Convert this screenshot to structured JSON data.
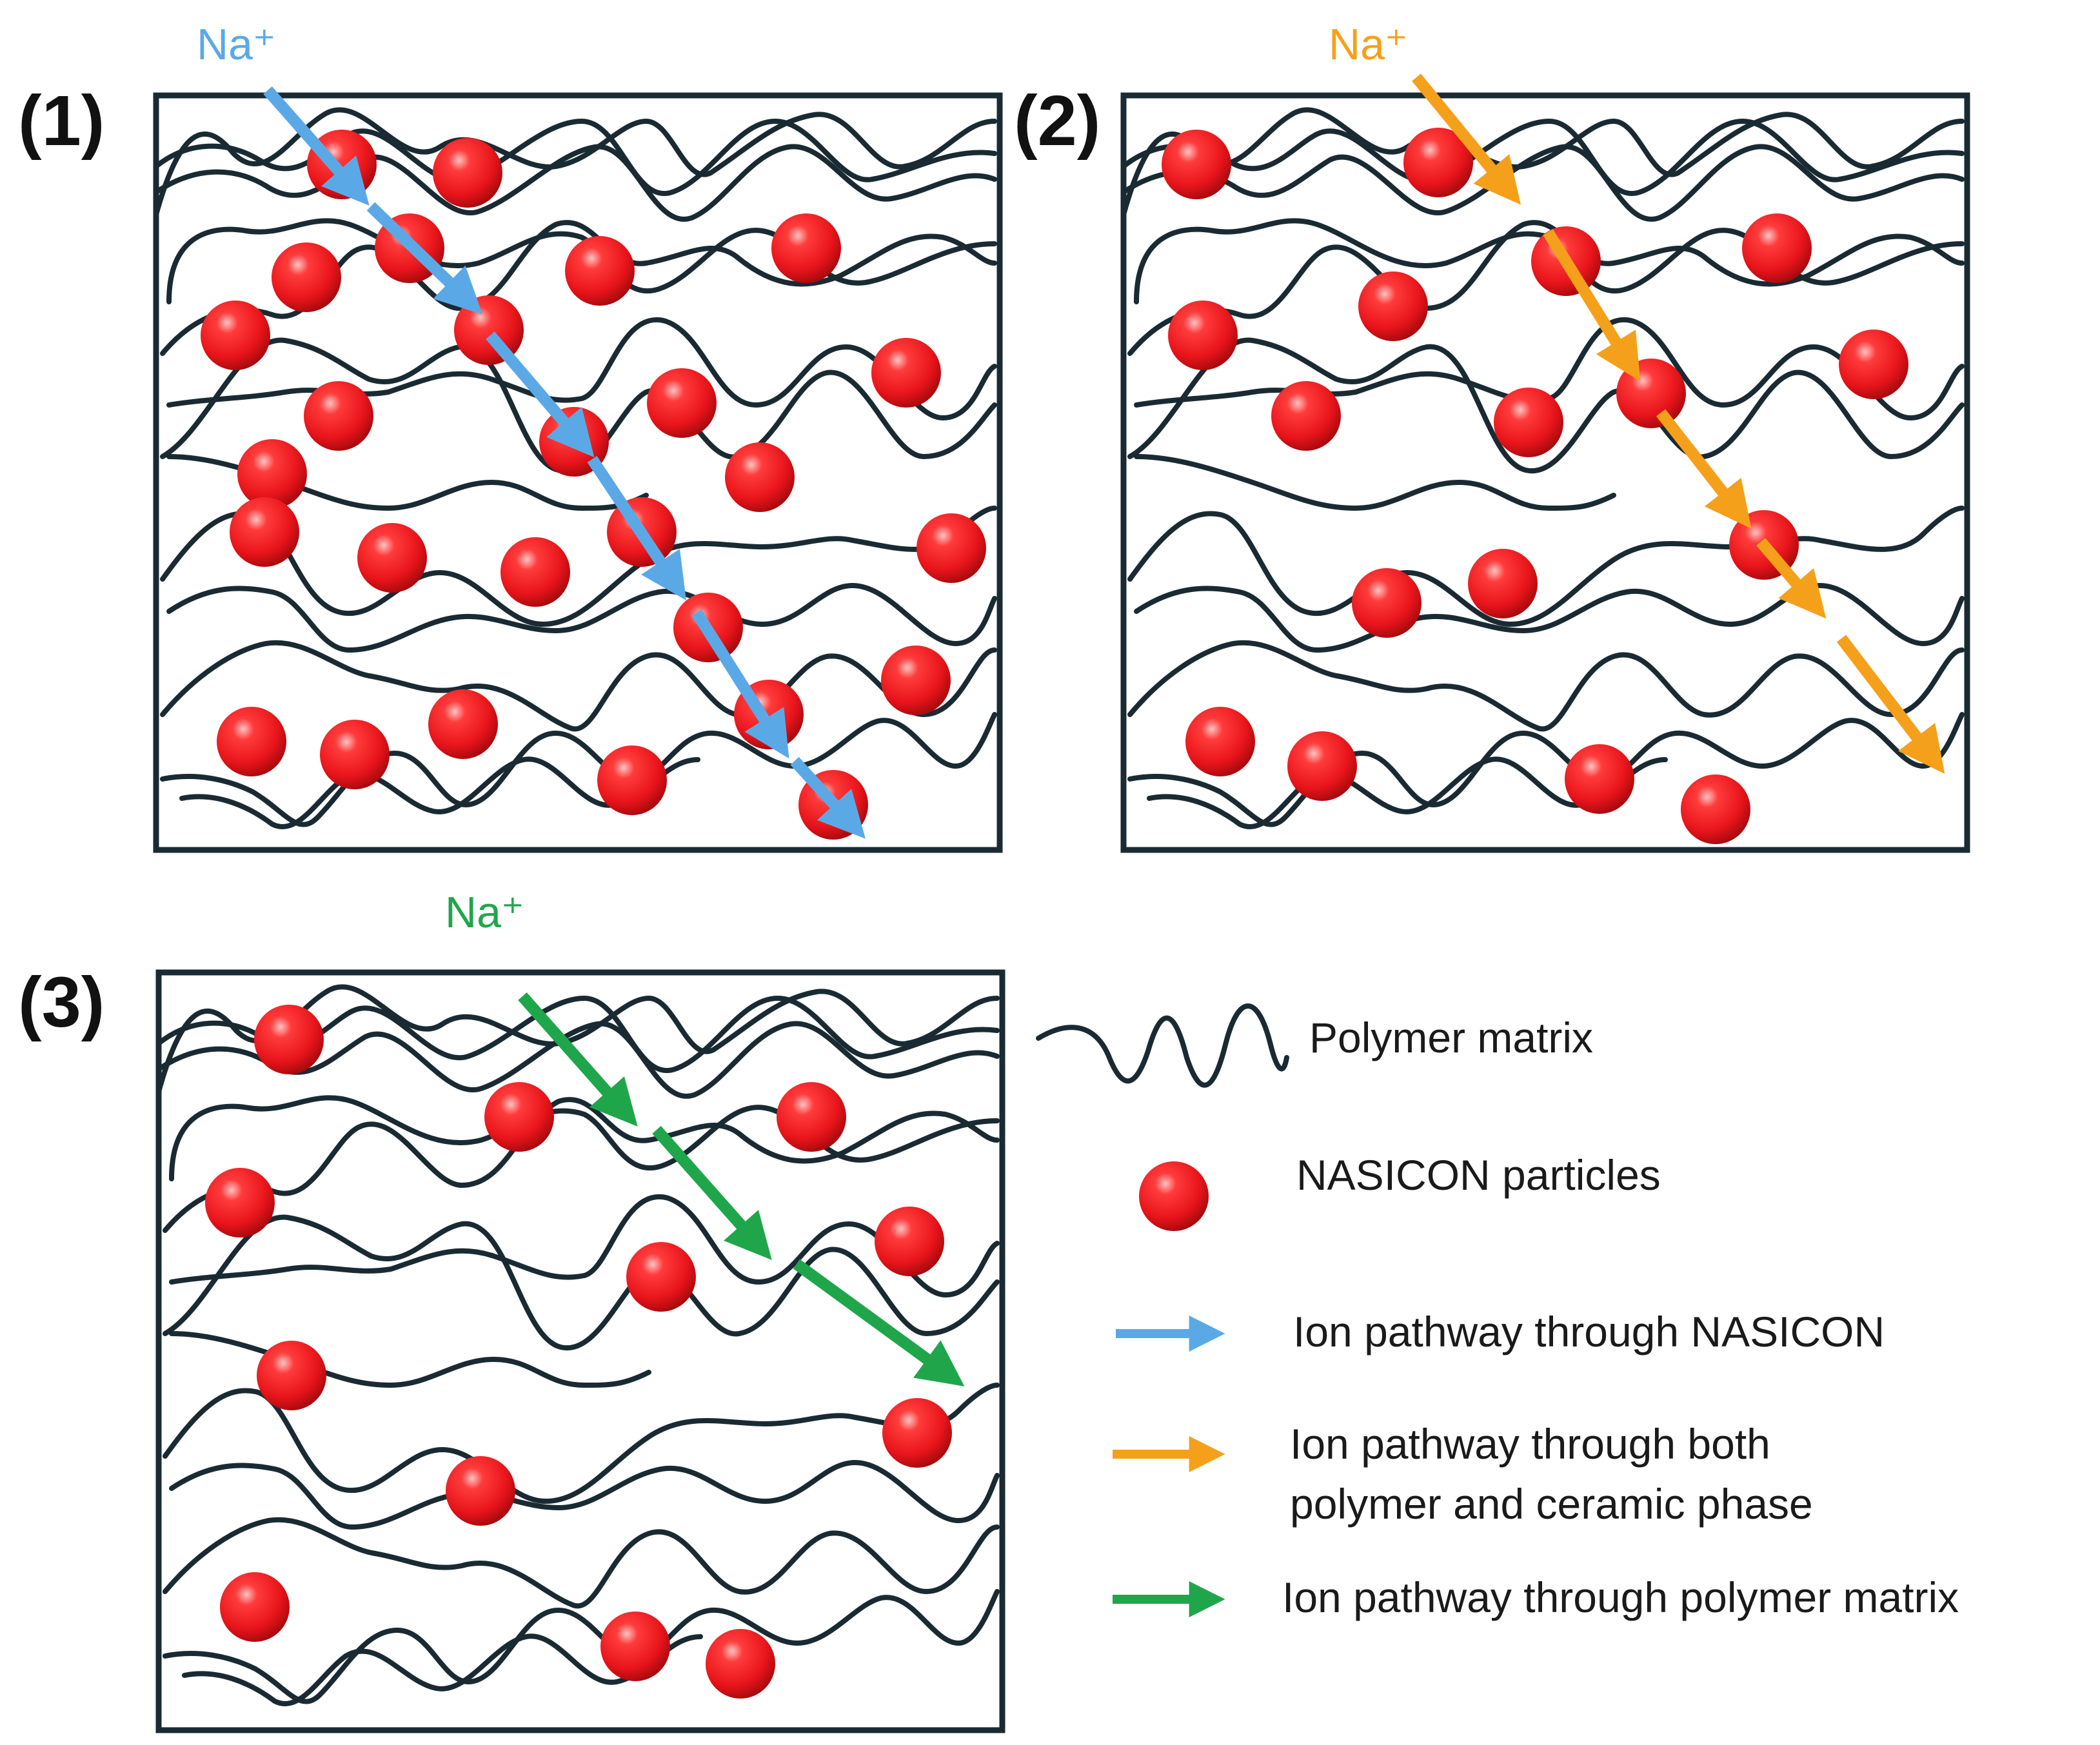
{
  "panels": [
    {
      "id": "1",
      "label": "(1)",
      "ion_label": "Na⁺",
      "color": "#5aa9e6"
    },
    {
      "id": "2",
      "label": "(2)",
      "ion_label": "Na⁺",
      "color": "#f5a01a"
    },
    {
      "id": "3",
      "label": "(3)",
      "ion_label": "Na⁺",
      "color": "#1fa64a"
    }
  ],
  "legend": {
    "polymer": "Polymer matrix",
    "particles": "NASICON particles",
    "path_nasicon": "Ion pathway through NASICON",
    "path_both_line1": "Ion pathway through both",
    "path_both_line2": "polymer and ceramic phase",
    "path_polymer": "Ion pathway through polymer matrix"
  },
  "colors": {
    "particle": "#e8151b",
    "polymer": "#1a2a33",
    "path_nasicon": "#5aa9e6",
    "path_both": "#f5a01a",
    "path_polymer": "#1fa64a"
  }
}
